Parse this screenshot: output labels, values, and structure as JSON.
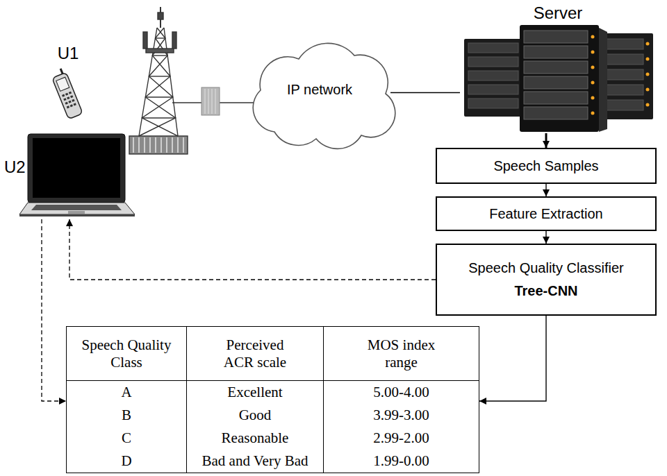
{
  "diagram": {
    "nodes": [
      {
        "text": [
          "U1"
        ]
      },
      {
        "text": [
          "U2"
        ]
      },
      {
        "text": [
          "IP network"
        ]
      },
      {
        "text": [
          "Server"
        ]
      },
      {
        "text": [
          "Speech Samples"
        ]
      },
      {
        "text": [
          "Feature Extraction"
        ]
      },
      {
        "text": [
          "Speech Quality Classifier",
          "Tree-CNN"
        ]
      },
      {
        "text": [
          "Speech Quality Class",
          "Perceived ACR scale",
          "MOS index range",
          "A",
          "Excellent",
          "5.00-4.00",
          "B",
          "Good",
          "3.99-3.00",
          "C",
          "Reasonable",
          "2.99-2.00",
          "D",
          "Bad and Very Bad",
          "1.99-0.00"
        ]
      }
    ],
    "edges": [
      {
        "from": 2,
        "to": 3,
        "arrow": "none"
      },
      {
        "from": 3,
        "to": 4,
        "arrow": "to"
      },
      {
        "from": 4,
        "to": 5,
        "arrow": "to"
      },
      {
        "from": 5,
        "to": 6,
        "arrow": "to"
      },
      {
        "from": 6,
        "to": 7,
        "arrow": "to"
      },
      {
        "from": 6,
        "to": 1,
        "arrow": "to"
      },
      {
        "from": 1,
        "to": 7,
        "arrow": "to"
      }
    ]
  }
}
